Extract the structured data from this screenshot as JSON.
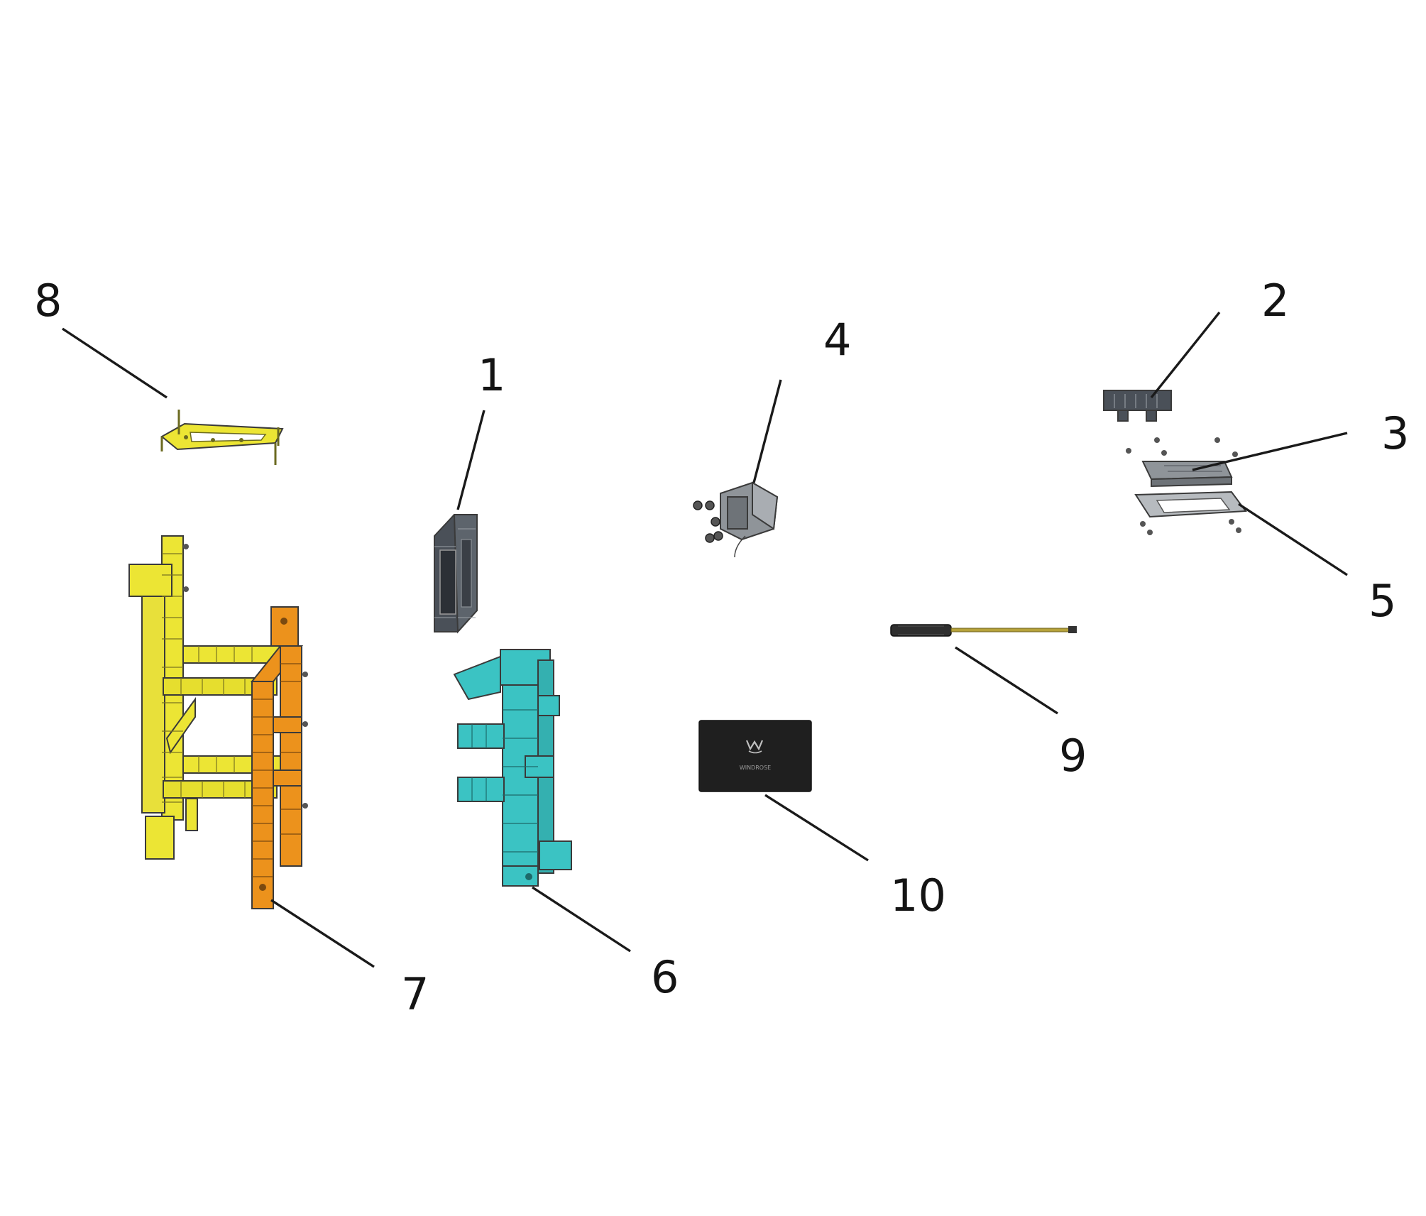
{
  "callouts": {
    "c1": "1",
    "c2": "2",
    "c3": "3",
    "c4": "4",
    "c5": "5",
    "c6": "6",
    "c7": "7",
    "c8": "8",
    "c9": "9",
    "c10": "10"
  },
  "parts": {
    "part-1": "dark-grey-module-icon",
    "part-2": "dark-connector-icon",
    "part-3": "grey-cover-plate-icon",
    "part-4": "grey-actuator-icon",
    "part-5": "gasket-frame-icon",
    "part-6": "teal-bracket-icon",
    "part-7": "orange-frame-icon",
    "part-8": "yellow-top-frame-icon",
    "part-9": "screwdriver-icon",
    "part-10": "black-card-icon"
  },
  "card_logo_text": "WINDROSE",
  "colors": {
    "yellow": "#ece534",
    "orange": "#ec921c",
    "teal": "#3bc3c3",
    "dark_grey": "#4a5058",
    "grey": "#8f9499",
    "black": "#1f1f1f"
  }
}
